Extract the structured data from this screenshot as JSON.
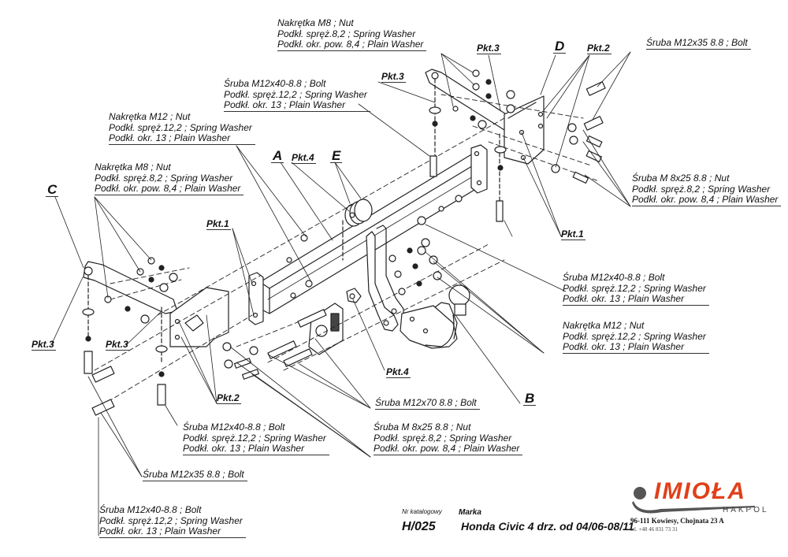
{
  "diagram": {
    "type": "exploded-assembly-drawing",
    "subject": "Towbar / tow hitch installation"
  },
  "callouts": {
    "top_nut_m8": [
      "Nakrętka  M8 ; Nut",
      "Podkł. spręż.8,2 ; Spring Washer",
      "Podkł. okr. pow. 8,4 ; Plain Washer"
    ],
    "top_right_bolt": [
      "Śruba M12x35 8.8 ;  Bolt"
    ],
    "upper_bolt_m12x40": [
      "Śruba M12x40-8.8 ;  Bolt",
      "Podkł. spręż.12,2 ; Spring Washer",
      "Podkł. okr. 13 ; Plain Washer"
    ],
    "upper_nut_m12": [
      "Nakrętka  M12 ; Nut",
      "Podkł. spręż.12,2 ; Spring Washer",
      "Podkł. okr. 13 ; Plain Washer"
    ],
    "left_nut_m8": [
      "Nakrętka  M8 ; Nut",
      "Podkł. spręż.8,2 ; Spring Washer",
      "Podkł. okr. pow. 8,4 ; Plain Washer"
    ],
    "right_screw_m8": [
      "Śruba M 8x25 8.8 ; Nut",
      "Podkł. spręż.8,2 ; Spring Washer",
      "Podkł. okr. pow. 8,4 ; Plain Washer"
    ],
    "right_bolt_m12x40": [
      "Śruba M12x40-8.8 ;  Bolt",
      "Podkł. spręż.12,2 ; Spring Washer",
      "Podkł. okr. 13 ; Plain Washer"
    ],
    "right_nut_m12": [
      "Nakrętka  M12 ; Nut",
      "Podkł. spręż.12,2 ; Spring Washer",
      "Podkł. okr. 13 ; Plain Washer"
    ],
    "bolt_m12x70": [
      "Śruba M12x70 8.8 ;  Bolt"
    ],
    "lower_bolt_m12x40": [
      "Śruba M12x40-8.8 ;  Bolt",
      "Podkł. spręż.12,2 ; Spring Washer",
      "Podkł. okr. 13 ; Plain Washer"
    ],
    "lower_screw_m8": [
      "Śruba M 8x25 8.8 ; Nut",
      "Podkł. spręż.8,2 ; Spring Washer",
      "Podkł. okr. pow. 8,4 ; Plain Washer"
    ],
    "lower_bolt_m12x35": [
      "Śruba M12x35 8.8 ;  Bolt"
    ],
    "bottom_bolt_m12x40": [
      "Śruba M12x40-8.8 ;  Bolt",
      "Podkł. spręż.12,2 ; Spring Washer",
      "Podkł. okr. 13 ; Plain Washer"
    ]
  },
  "points": {
    "pkt3_top": "Pkt.3",
    "pkt2_top": "Pkt.2",
    "pkt3_mid": "Pkt.3",
    "pkt4_top": "Pkt.4",
    "pkt1_left": "Pkt.1",
    "pkt1_right": "Pkt.1",
    "pkt3_left": "Pkt.3",
    "pkt3_left2": "Pkt.3",
    "pkt2_bottom": "Pkt.2",
    "pkt4_bottom": "Pkt.4"
  },
  "letters": {
    "A": "A",
    "B": "B",
    "C": "C",
    "D": "D",
    "E": "E"
  },
  "title_block": {
    "catalog_label": "Nr katalogowy",
    "catalog_number": "H/025",
    "make_label": "Marka",
    "make": "Honda Civic 4 drz.",
    "date_range": "od  04/06-08/11",
    "company_logo": "IMIOŁA",
    "company_sub": "HAKPOL",
    "address": "96-111 Kowiesy, Chojnata 23 A",
    "phone": "tel. +48 46 831 73 31",
    "brand_color": "#e0401a",
    "logo_gray": "#555555"
  }
}
